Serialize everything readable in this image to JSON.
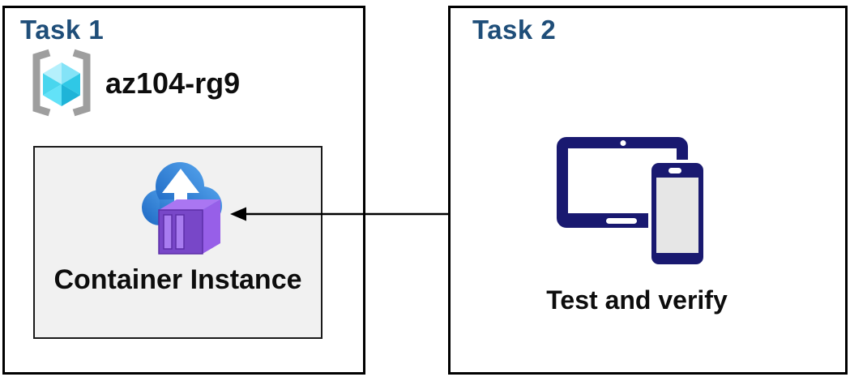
{
  "diagram": {
    "task1": {
      "title": "Task 1",
      "resource_group_name": "az104-rg9",
      "container_label": "Container Instance"
    },
    "task2": {
      "title": "Task 2",
      "label": "Test and verify"
    },
    "arrow": {
      "from": "test-and-verify-devices",
      "to": "container-instance",
      "direction": "left"
    },
    "colors": {
      "task_title_blue": "#1f4e79",
      "outer_box_border": "#000000",
      "container_box_bg": "#f1f1f1",
      "container_box_border": "#1a1a1a",
      "device_navy": "#191970",
      "device_screen_gray": "#e6e6e6",
      "cloud_blue_light": "#54a3ec",
      "cloud_blue_dark": "#1c67c2",
      "container_purple_front": "#7847c8",
      "container_purple_panel": "#a87cf0",
      "container_purple_top": "#aa76f2",
      "container_purple_side": "#975fe8",
      "cube_cyan_light": "#b5f0fc",
      "cube_cyan_mid": "#50e6ff",
      "cube_cyan_dark": "#1fb4d8",
      "bracket_gray": "#9e9e9e"
    }
  }
}
